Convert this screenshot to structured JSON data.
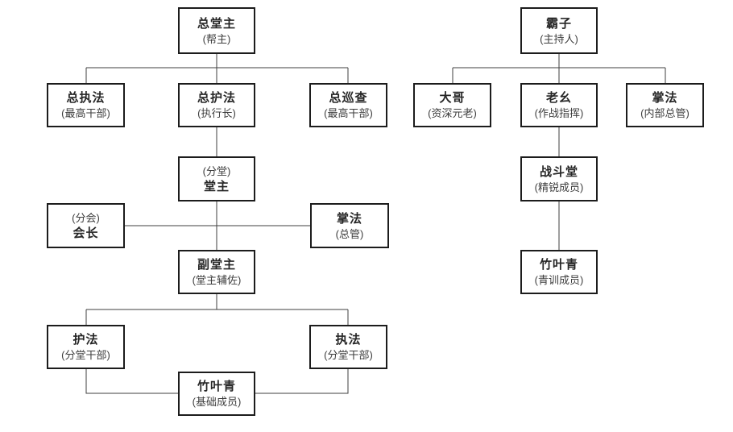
{
  "nodes": {
    "zongtangzhu": {
      "title": "总堂主",
      "subtitle": "(帮主)"
    },
    "zongzhifa": {
      "title": "总执法",
      "subtitle": "(最高干部)"
    },
    "zonghufa": {
      "title": "总护法",
      "subtitle": "(执行长)"
    },
    "zongxuncha": {
      "title": "总巡查",
      "subtitle": "(最高干部)"
    },
    "tangzhu": {
      "title": "堂主",
      "subtitle": "(分堂)"
    },
    "huizhang": {
      "title": "会长",
      "subtitle": "(分会)"
    },
    "zhangfa_zongguan": {
      "title": "掌法",
      "subtitle": "(总管)"
    },
    "futangzhu": {
      "title": "副堂主",
      "subtitle": "(堂主辅佐)"
    },
    "hufa": {
      "title": "护法",
      "subtitle": "(分堂干部)"
    },
    "zhifa": {
      "title": "执法",
      "subtitle": "(分堂干部)"
    },
    "zhuyeqing_jichu": {
      "title": "竹叶青",
      "subtitle": "(基础成员)"
    },
    "bazi": {
      "title": "霸子",
      "subtitle": "(主持人)"
    },
    "dage": {
      "title": "大哥",
      "subtitle": "(资深元老)"
    },
    "laoyao": {
      "title": "老幺",
      "subtitle": "(作战指挥)"
    },
    "zhangfa_neibu": {
      "title": "掌法",
      "subtitle": "(内部总管)"
    },
    "zhandoutang": {
      "title": "战斗堂",
      "subtitle": "(精锐成员)"
    },
    "zhuyeqing_qingxun": {
      "title": "竹叶青",
      "subtitle": "(青训成员)"
    }
  },
  "structure": {
    "left_tree": {
      "root": "zongtangzhu",
      "edges": [
        [
          "zongtangzhu",
          "zongzhifa"
        ],
        [
          "zongtangzhu",
          "zonghufa"
        ],
        [
          "zongtangzhu",
          "zongxuncha"
        ],
        [
          "zonghufa",
          "tangzhu"
        ],
        [
          "tangzhu",
          "futangzhu"
        ],
        [
          "huizhang",
          "tangzhu_futangzhu_link"
        ],
        [
          "zhangfa_zongguan",
          "tangzhu_futangzhu_link"
        ],
        [
          "futangzhu",
          "hufa"
        ],
        [
          "futangzhu",
          "zhifa"
        ],
        [
          "hufa",
          "zhuyeqing_jichu"
        ],
        [
          "zhifa",
          "zhuyeqing_jichu"
        ]
      ]
    },
    "right_tree": {
      "root": "bazi",
      "edges": [
        [
          "bazi",
          "dage"
        ],
        [
          "bazi",
          "laoyao"
        ],
        [
          "bazi",
          "zhangfa_neibu"
        ],
        [
          "laoyao",
          "zhandoutang"
        ],
        [
          "zhandoutang",
          "zhuyeqing_qingxun"
        ]
      ]
    }
  },
  "colors": {
    "background": "#ffffff",
    "box_border": "#1c1c1c",
    "connector": "#3f3f3f",
    "title_text": "#262626",
    "subtitle_text": "#3d3d3d"
  }
}
